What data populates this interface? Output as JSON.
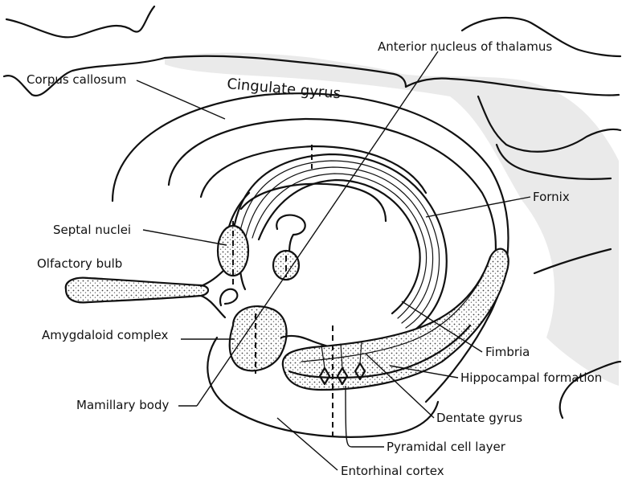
{
  "labels": {
    "anterior_nucleus_of_thalamus": "Anterior nucleus of thalamus",
    "corpus_callosum": "Corpus callosum",
    "cingulate_gyrus": "Cingulate gyrus",
    "fornix": "Fornix",
    "septal_nuclei": "Septal nuclei",
    "olfactory_bulb": "Olfactory bulb",
    "amygdaloid_complex": "Amygdaloid complex",
    "fimbria": "Fimbria",
    "hippocampal_formation": "Hippocampal formation",
    "mamillary_body": "Mamillary body",
    "dentate_gyrus": "Dentate gyrus",
    "pyramidal_cell_layer": "Pyramidal cell layer",
    "entorhinal_cortex": "Entorhinal cortex"
  },
  "colors": {
    "ink": "#111111",
    "background": "#ffffff",
    "shading": "#d9d9d9"
  }
}
